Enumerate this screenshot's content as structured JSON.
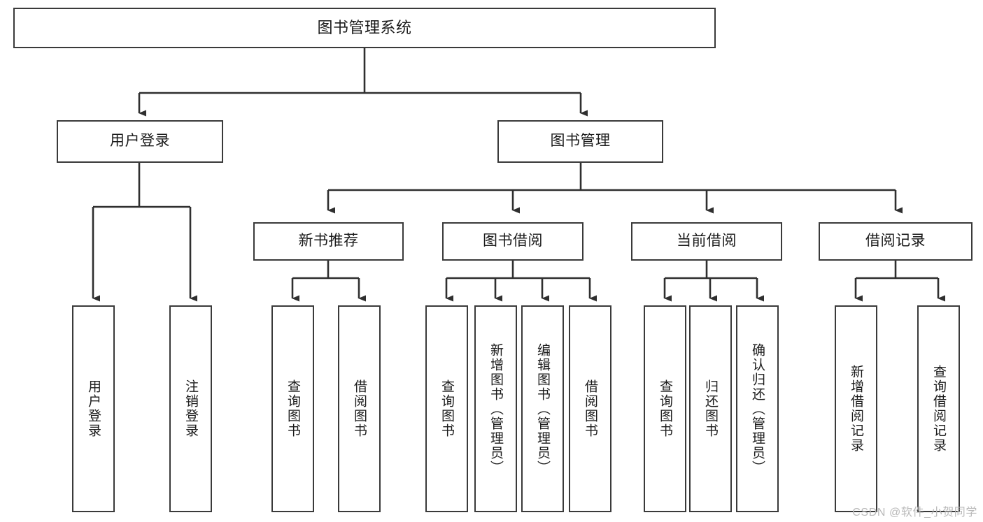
{
  "diagram": {
    "title": "图书管理系统",
    "watermark": "CSDN @软件_小贺同学",
    "colors": {
      "box_border": "#3a3a3a",
      "connector": "#2f2f2f",
      "text": "#1b1b1b",
      "background": "#ffffff",
      "watermark": "#b9b9b9"
    },
    "root": {
      "label": "图书管理系统"
    },
    "level1": [
      {
        "label": "用户登录"
      },
      {
        "label": "图书管理"
      }
    ],
    "level2": [
      {
        "label": "新书推荐"
      },
      {
        "label": "图书借阅"
      },
      {
        "label": "当前借阅"
      },
      {
        "label": "借阅记录"
      }
    ],
    "leaves": {
      "user_login": [
        {
          "label": "用户登录"
        },
        {
          "label": "注销登录"
        }
      ],
      "new_book_recommend": [
        {
          "label": "查询图书"
        },
        {
          "label": "借阅图书"
        }
      ],
      "book_borrow": [
        {
          "label": "查询图书"
        },
        {
          "label": "新增图书（管理员）"
        },
        {
          "label": "编辑图书（管理员）"
        },
        {
          "label": "借阅图书"
        }
      ],
      "current_borrow": [
        {
          "label": "查询图书"
        },
        {
          "label": "归还图书"
        },
        {
          "label": "确认归还（管理员）"
        }
      ],
      "borrow_record": [
        {
          "label": "新增借阅记录"
        },
        {
          "label": "查询借阅记录"
        }
      ]
    }
  }
}
